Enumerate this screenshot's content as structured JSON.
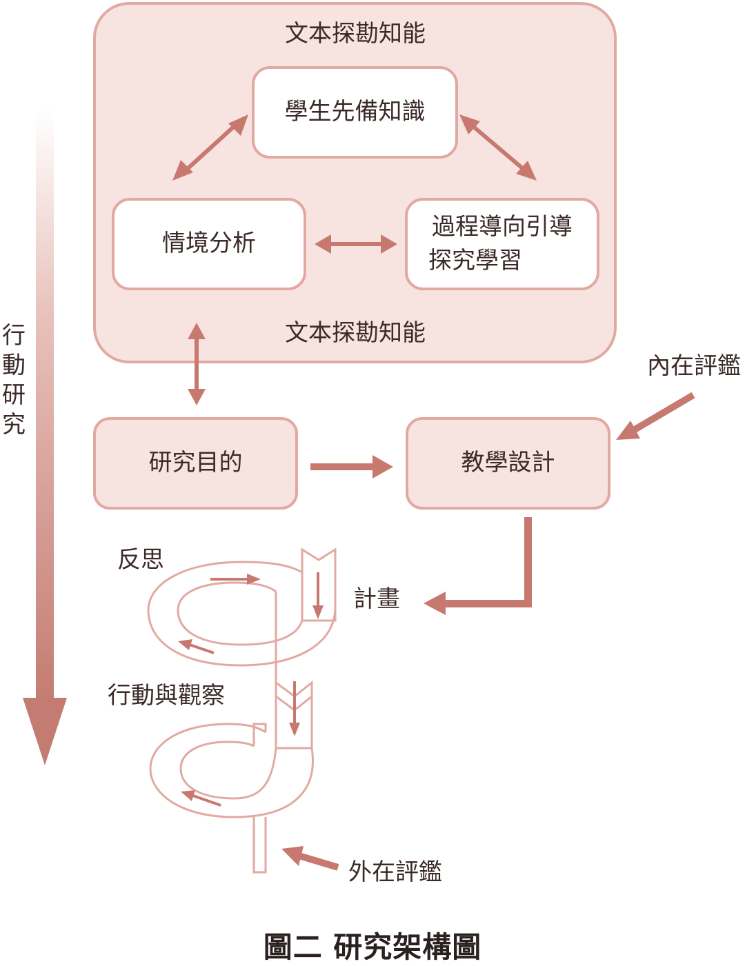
{
  "outer": {
    "top_label": "文本探勘知能",
    "bottom_label": "文本探勘知能"
  },
  "nodes": {
    "prior_knowledge": "學生先備知識",
    "situation_analysis": "情境分析",
    "process_guided_line1": "過程導向引導",
    "process_guided_line2": "探究學習",
    "research_purpose": "研究目的",
    "instructional_design": "教學設計"
  },
  "labels": {
    "internal_evaluation": "內在評鑑",
    "external_evaluation": "外在評鑑",
    "plan": "計畫",
    "reflect": "反思",
    "act_observe": "行動與觀察",
    "action_research": "行\n動\n研\n究"
  },
  "caption": "圖二 研究架構圖",
  "colors": {
    "box_fill": "#f7e4e1",
    "box_stroke": "#e2a9a2",
    "arrow": "#c7796f",
    "white": "#ffffff"
  }
}
